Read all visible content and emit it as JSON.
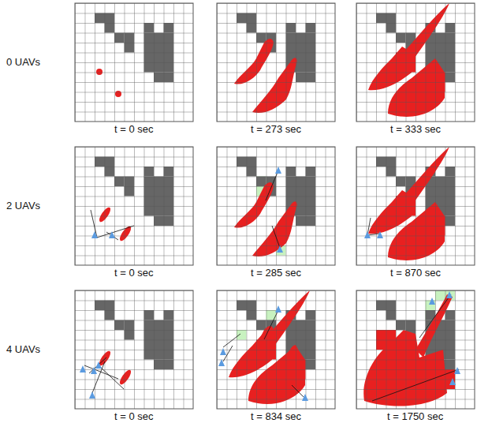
{
  "diagram": {
    "labels": [
      "0 UAVs",
      "t = 0 sec",
      "t = 273 sec",
      "t = 333 sec",
      "2 UAVs",
      "t = 0 sec",
      "t = 285 sec",
      "t = 870 sec",
      "4 UAVs",
      "t = 0 sec",
      "t = 834 sec",
      "t = 1750 sec"
    ]
  }
}
